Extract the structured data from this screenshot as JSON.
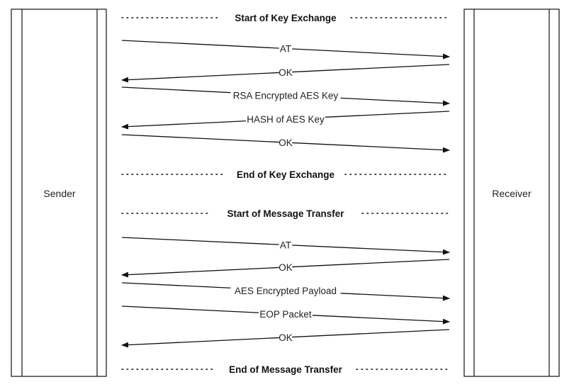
{
  "diagram": {
    "actors": {
      "sender": "Sender",
      "receiver": "Receiver"
    },
    "sections": [
      "Start of Key Exchange",
      "End of Key Exchange",
      "Start of Message Transfer",
      "End of Message Transfer"
    ],
    "messages": [
      {
        "label": "AT",
        "direction": "sender-to-receiver"
      },
      {
        "label": "OK",
        "direction": "receiver-to-sender"
      },
      {
        "label": "RSA Encrypted AES Key",
        "direction": "sender-to-receiver"
      },
      {
        "label": "HASH of AES Key",
        "direction": "receiver-to-sender"
      },
      {
        "label": "OK",
        "direction": "sender-to-receiver"
      },
      {
        "label": "AT",
        "direction": "sender-to-receiver"
      },
      {
        "label": "OK",
        "direction": "receiver-to-sender"
      },
      {
        "label": "AES Encrypted Payload",
        "direction": "sender-to-receiver"
      },
      {
        "label": "EOP Packet",
        "direction": "sender-to-receiver"
      },
      {
        "label": "OK",
        "direction": "receiver-to-sender"
      }
    ],
    "colors": {
      "line": "#111111",
      "text": "#222222",
      "background": "#ffffff"
    }
  }
}
